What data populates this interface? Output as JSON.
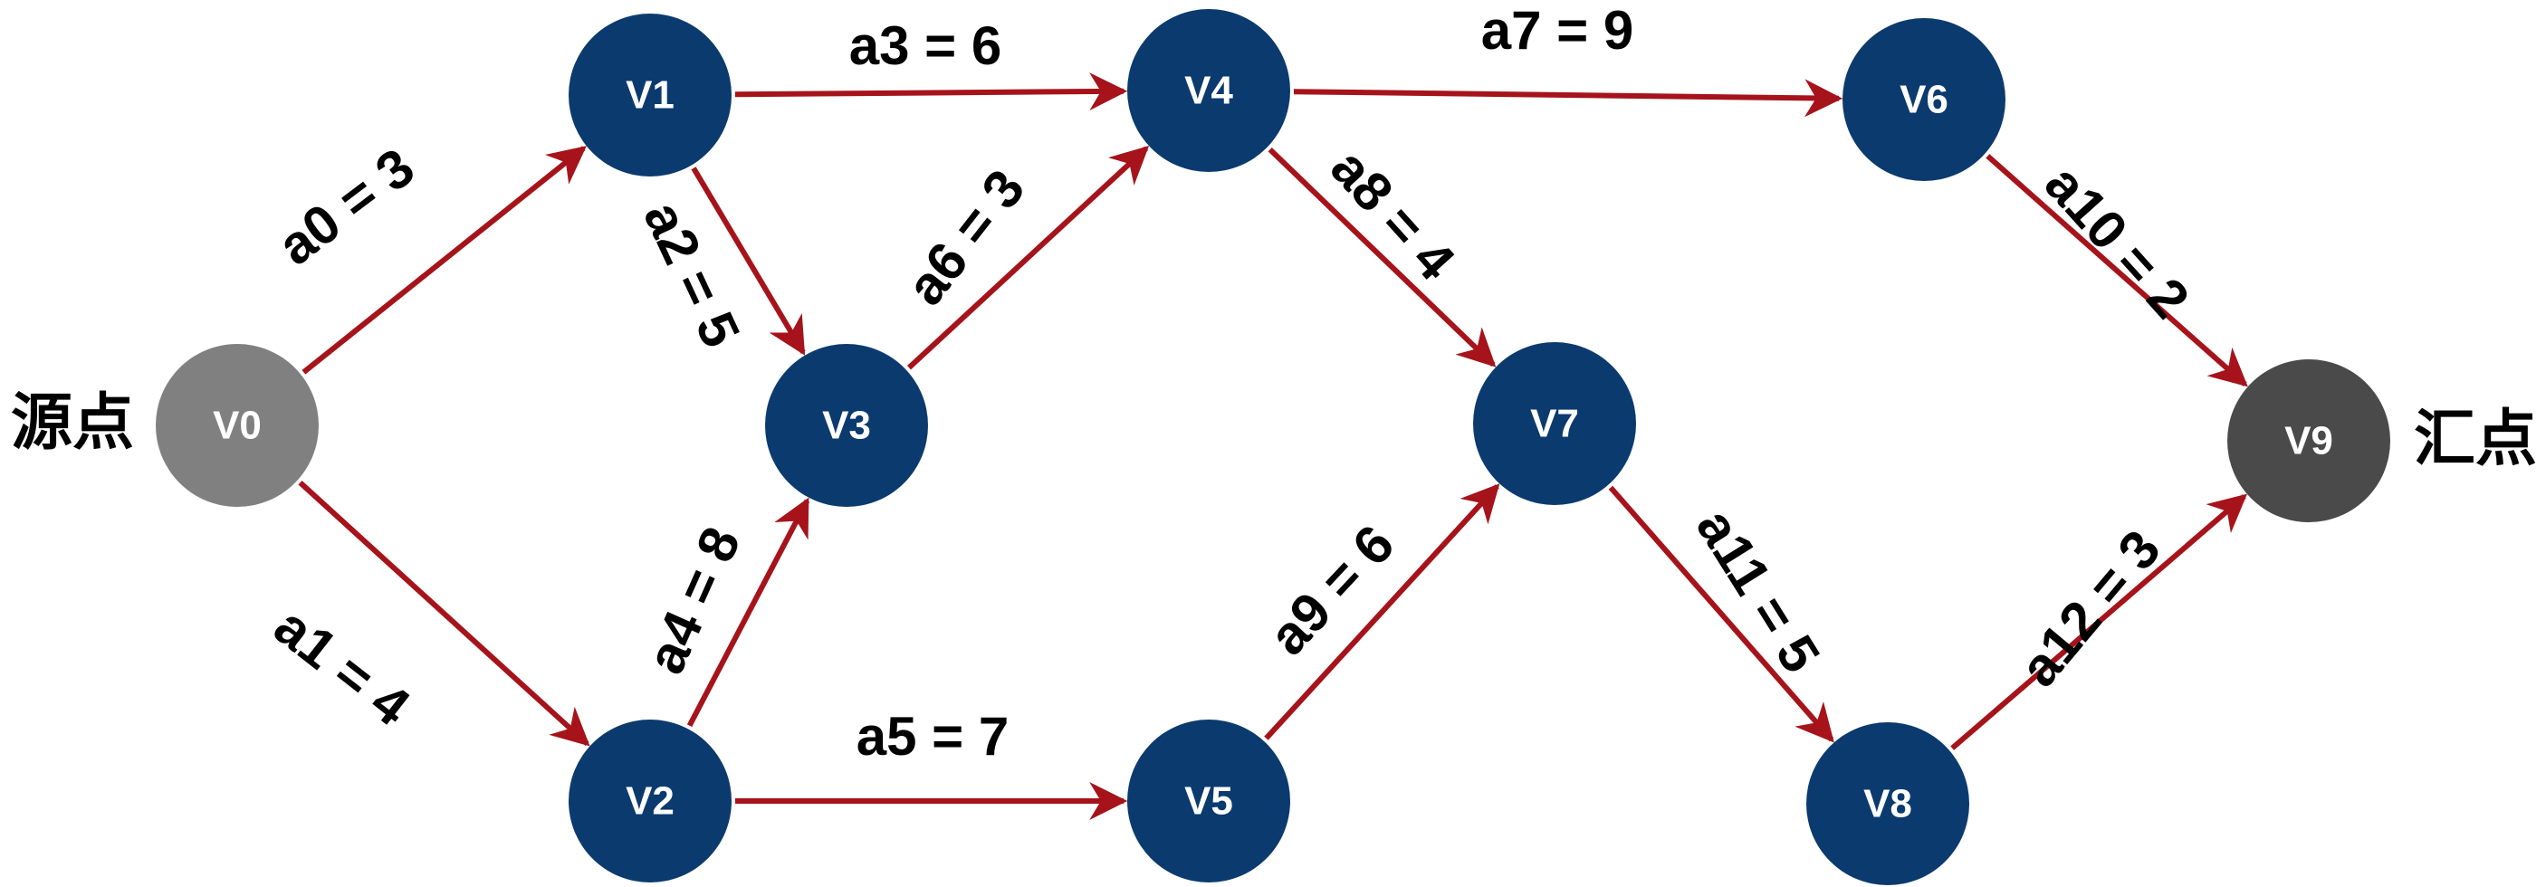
{
  "colors": {
    "node": "#0b3a6e",
    "source": "#808080",
    "sink": "#4a4a4a",
    "edge": "#a6131a",
    "text": "#000000",
    "node_text": "#ffffff"
  },
  "side_labels": {
    "source": "源点",
    "sink": "汇点"
  },
  "nodes": [
    {
      "id": "V0",
      "label": "V0",
      "role": "source"
    },
    {
      "id": "V1",
      "label": "V1",
      "role": "normal"
    },
    {
      "id": "V2",
      "label": "V2",
      "role": "normal"
    },
    {
      "id": "V3",
      "label": "V3",
      "role": "normal"
    },
    {
      "id": "V4",
      "label": "V4",
      "role": "normal"
    },
    {
      "id": "V5",
      "label": "V5",
      "role": "normal"
    },
    {
      "id": "V6",
      "label": "V6",
      "role": "normal"
    },
    {
      "id": "V7",
      "label": "V7",
      "role": "normal"
    },
    {
      "id": "V8",
      "label": "V8",
      "role": "normal"
    },
    {
      "id": "V9",
      "label": "V9",
      "role": "sink"
    }
  ],
  "edges": [
    {
      "id": "a0",
      "from": "V0",
      "to": "V1",
      "label": "a0 = 3"
    },
    {
      "id": "a1",
      "from": "V0",
      "to": "V2",
      "label": "a1 = 4"
    },
    {
      "id": "a2",
      "from": "V1",
      "to": "V3",
      "label": "a2 = 5"
    },
    {
      "id": "a3",
      "from": "V1",
      "to": "V4",
      "label": "a3 = 6"
    },
    {
      "id": "a4",
      "from": "V2",
      "to": "V3",
      "label": "a4 = 8"
    },
    {
      "id": "a5",
      "from": "V2",
      "to": "V5",
      "label": "a5 = 7"
    },
    {
      "id": "a6",
      "from": "V3",
      "to": "V4",
      "label": "a6 = 3"
    },
    {
      "id": "a7",
      "from": "V4",
      "to": "V6",
      "label": "a7 = 9"
    },
    {
      "id": "a8",
      "from": "V4",
      "to": "V7",
      "label": "a8 = 4"
    },
    {
      "id": "a9",
      "from": "V5",
      "to": "V7",
      "label": "a9 = 6"
    },
    {
      "id": "a10",
      "from": "V6",
      "to": "V9",
      "label": "a10 = 2"
    },
    {
      "id": "a11",
      "from": "V7",
      "to": "V8",
      "label": "a11 = 5"
    },
    {
      "id": "a12",
      "from": "V8",
      "to": "V9",
      "label": "a12 = 3"
    }
  ]
}
